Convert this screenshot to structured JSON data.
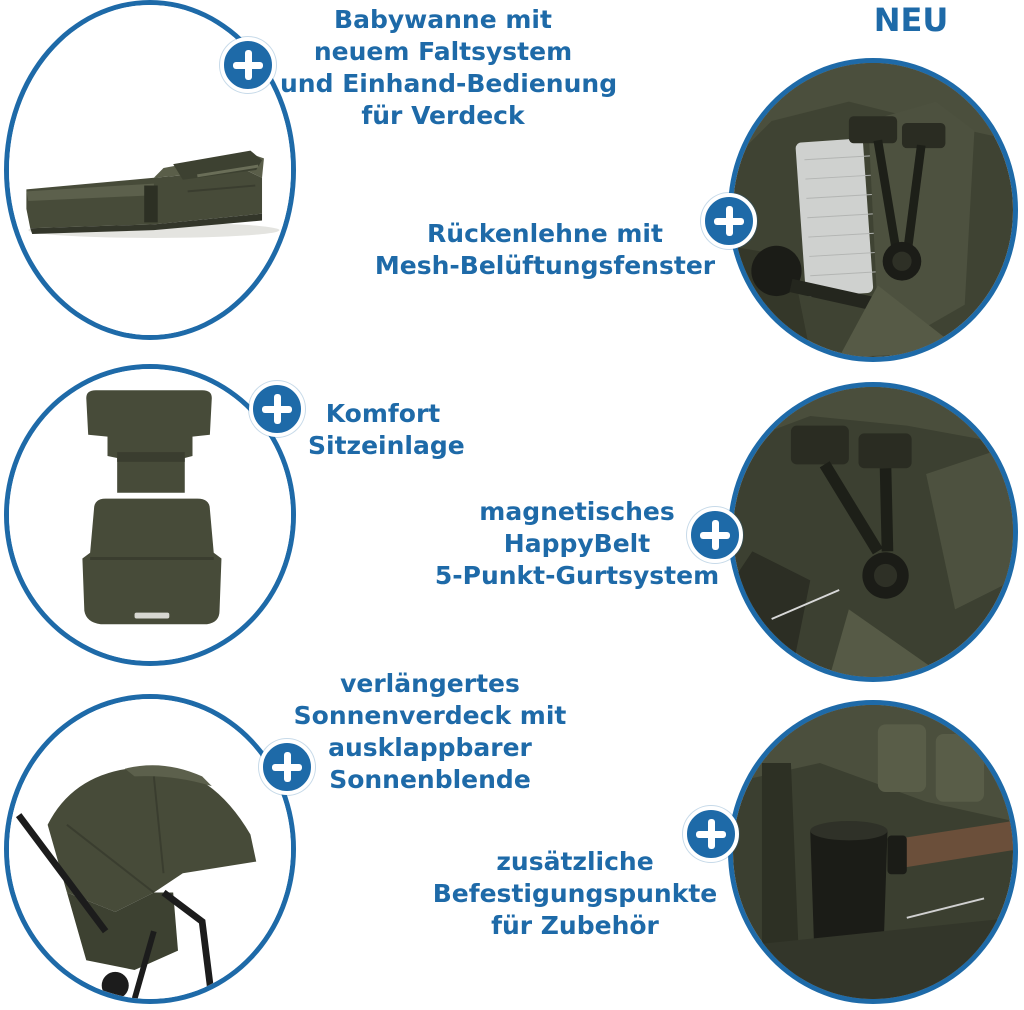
{
  "badge": {
    "text": "NEU"
  },
  "features": [
    {
      "lines": [
        "Babywanne mit",
        "neuem Faltsystem",
        "und Einhand-Bedienung",
        "für Verdeck"
      ]
    },
    {
      "lines": [
        "Rückenlehne mit",
        "Mesh-Belüftungsfenster"
      ]
    },
    {
      "lines": [
        "Komfort",
        "Sitzeinlage"
      ]
    },
    {
      "lines": [
        "magnetisches",
        "HappyBelt",
        "5-Punkt-Gurtsystem"
      ]
    },
    {
      "lines": [
        "verlängertes",
        "Sonnenverdeck mit",
        "ausklappbarer",
        "Sonnenblende"
      ]
    },
    {
      "lines": [
        "zusätzliche",
        "Befestigungspunkte",
        "für Zubehör"
      ]
    }
  ],
  "icons": {
    "plus": "plus-icon"
  },
  "colors": {
    "accent": "#1e6aa8",
    "product": "#4a4e3c",
    "product_dark": "#2f3327"
  }
}
